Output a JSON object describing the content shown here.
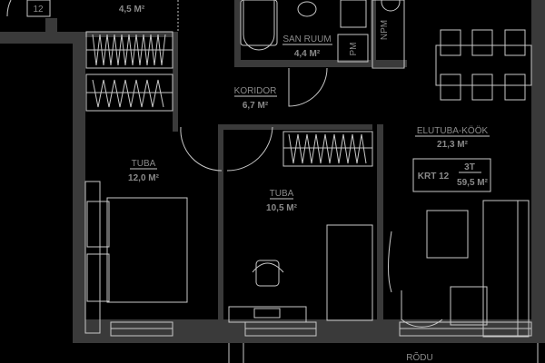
{
  "plan": {
    "apartment_number_tag": "12",
    "rooms": [
      {
        "name": "",
        "area": "4,5 M²"
      },
      {
        "name": "SAN RUUM",
        "area": "4,4 M²"
      },
      {
        "name": "KORIDOR",
        "area": "6,7 M²"
      },
      {
        "name": "TUBA",
        "area": "12,0 M²"
      },
      {
        "name": "TUBA",
        "area": "10,5 M²"
      },
      {
        "name": "ELUTUBA-KÖÖK",
        "area": "21,3 M²"
      },
      {
        "name": "RÕDU",
        "area": ""
      }
    ],
    "fixtures": {
      "pm": "PM",
      "npm": "NPM"
    },
    "apartment_box": {
      "label": "KRT 12",
      "type": "3T",
      "area": "59,5 M²"
    }
  },
  "colors": {
    "wall": "#3a3a3a",
    "line": "#c8c8c8",
    "text": "#8a8a8a",
    "background": "#000000"
  }
}
